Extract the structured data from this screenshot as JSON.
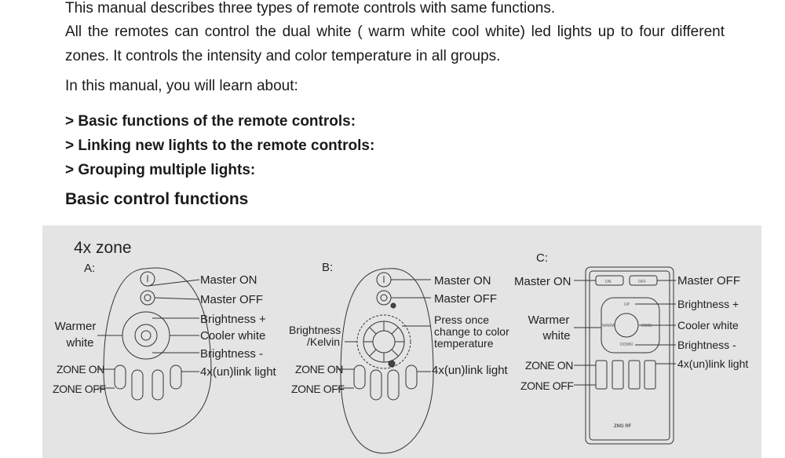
{
  "intro": {
    "line1": "This manual describes three types of remote controls with same functions.",
    "line2": "All the remotes can control the dual white ( warm white cool white) led lights up to four different zones. It controls the intensity and color temperature in all groups.",
    "line3": "In this manual, you will learn about:"
  },
  "topics": [
    "> Basic functions of the remote controls:",
    "> Linking new lights to the remote controls:",
    "> Grouping multiple lights:"
  ],
  "section_heading": "Basic control functions",
  "figure": {
    "title": "4x zone",
    "remote_a": {
      "letter": "A:",
      "master_on": "Master ON",
      "master_off": "Master OFF",
      "brightness_plus": "Brightness +",
      "cooler_white": "Cooler white",
      "brightness_minus": "Brightness -",
      "link_light": "4x(un)link light",
      "warmer": "Warmer",
      "white": "white",
      "zone_on": "ZONE ON",
      "zone_off": "ZONE OFF"
    },
    "remote_b": {
      "letter": "B:",
      "master_on": "Master ON",
      "master_off": "Master OFF",
      "press_once_1": "Press once",
      "press_once_2": "change to color",
      "press_once_3": "temperature",
      "brightness": "Brightness",
      "kelvin": "/Kelvin",
      "link_light": "4x(un)link light",
      "zone_on": "ZONE ON",
      "zone_off": "ZONE OFF"
    },
    "remote_c": {
      "letter": "C:",
      "master_on": "Master ON",
      "master_off": "Master OFF",
      "brightness_plus": "Brightness +",
      "cooler_white": "Cooler white",
      "brightness_minus": "Brightness -",
      "link_light": "4x(un)link light",
      "warmer": "Warmer",
      "white": "white",
      "zone_on": "ZONE ON",
      "zone_off": "ZONE OFF"
    }
  }
}
